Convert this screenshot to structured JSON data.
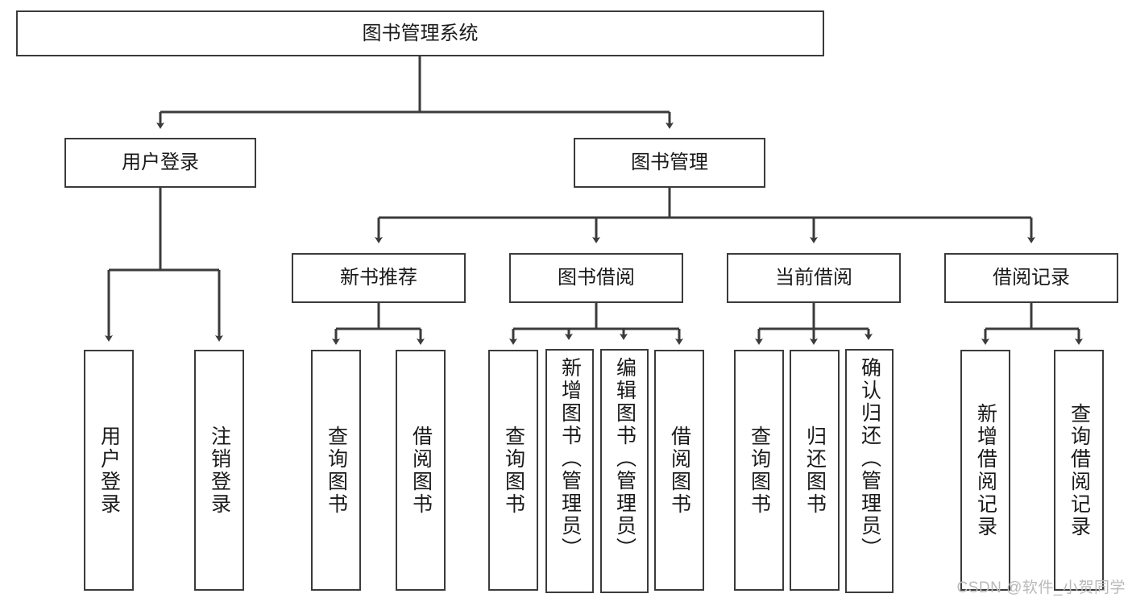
{
  "diagram": {
    "title": "图书管理系统",
    "type": "tree-hierarchy",
    "root": {
      "id": "root",
      "label": "图书管理系统"
    },
    "level2": [
      {
        "id": "user-login",
        "label": "用户登录"
      },
      {
        "id": "book-manage",
        "label": "图书管理"
      }
    ],
    "level3": [
      {
        "id": "new-book-rec",
        "label": "新书推荐",
        "parent": "book-manage"
      },
      {
        "id": "book-borrow",
        "label": "图书借阅",
        "parent": "book-manage"
      },
      {
        "id": "current-borrow",
        "label": "当前借阅",
        "parent": "book-manage"
      },
      {
        "id": "borrow-record",
        "label": "借阅记录",
        "parent": "book-manage"
      }
    ],
    "leaves": [
      {
        "id": "leaf-user-login",
        "label": "用户登录",
        "parent": "user-login"
      },
      {
        "id": "leaf-logout",
        "label": "注销登录",
        "parent": "user-login"
      },
      {
        "id": "leaf-query-book-1",
        "label": "查询图书",
        "parent": "new-book-rec"
      },
      {
        "id": "leaf-borrow-book-1",
        "label": "借阅图书",
        "parent": "new-book-rec"
      },
      {
        "id": "leaf-query-book-2",
        "label": "查询图书",
        "parent": "book-borrow"
      },
      {
        "id": "leaf-add-book",
        "label": "新增图书（管理员）",
        "parent": "book-borrow"
      },
      {
        "id": "leaf-edit-book",
        "label": "编辑图书（管理员）",
        "parent": "book-borrow"
      },
      {
        "id": "leaf-borrow-book-2",
        "label": "借阅图书",
        "parent": "book-borrow"
      },
      {
        "id": "leaf-query-book-3",
        "label": "查询图书",
        "parent": "current-borrow"
      },
      {
        "id": "leaf-return-book",
        "label": "归还图书",
        "parent": "current-borrow"
      },
      {
        "id": "leaf-confirm-return",
        "label": "确认归还（管理员）",
        "parent": "current-borrow"
      },
      {
        "id": "leaf-add-record",
        "label": "新增借阅记录",
        "parent": "borrow-record"
      },
      {
        "id": "leaf-query-record",
        "label": "查询借阅记录",
        "parent": "borrow-record"
      }
    ],
    "colors": {
      "box_border": "#3b3b3b",
      "box_fill": "#ffffff",
      "text": "#1a1a1a",
      "edge": "#3b3b3b",
      "watermark": "#b9b9b9",
      "canvas": "#ffffff"
    }
  },
  "watermark": {
    "text": "CSDN @软件_小贺同学"
  }
}
